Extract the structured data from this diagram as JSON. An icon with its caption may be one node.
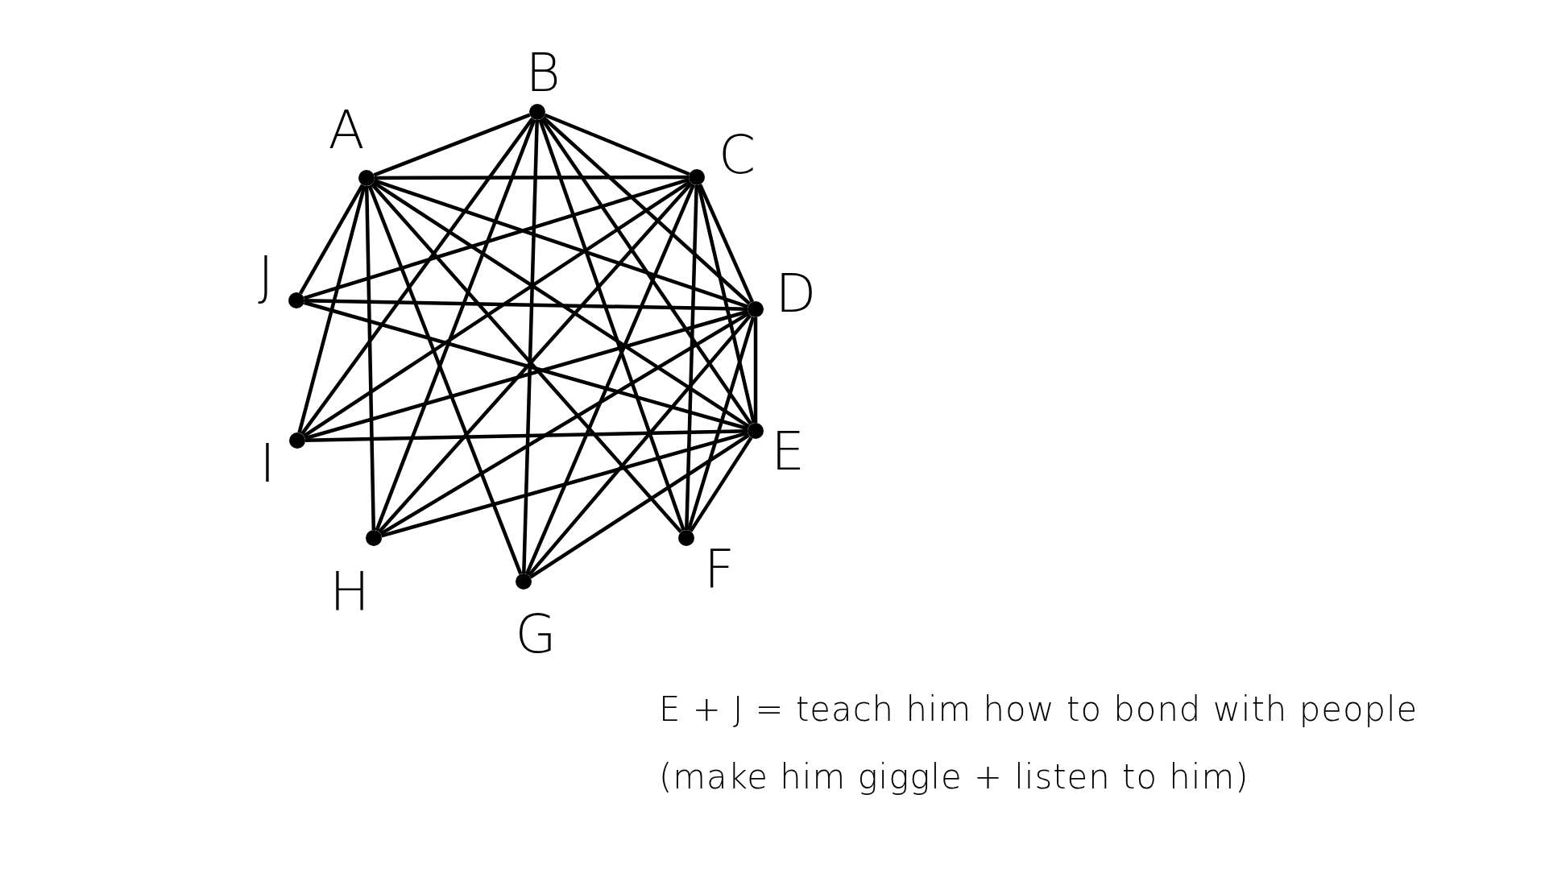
{
  "diagram": {
    "nodes": [
      {
        "text": [],
        "shape": "circle",
        "beside": [
          "A"
        ]
      },
      {
        "text": [],
        "shape": "circle",
        "beside": [
          "B"
        ]
      },
      {
        "text": [],
        "shape": "circle",
        "beside": [
          "C"
        ]
      },
      {
        "text": [],
        "shape": "circle",
        "beside": [
          "D"
        ]
      },
      {
        "text": [],
        "shape": "circle",
        "beside": [
          "E"
        ]
      },
      {
        "text": [],
        "shape": "circle",
        "beside": [
          "F"
        ]
      },
      {
        "text": [],
        "shape": "circle",
        "beside": [
          "G"
        ]
      },
      {
        "text": [],
        "shape": "circle",
        "beside": [
          "H"
        ]
      },
      {
        "text": [],
        "shape": "circle",
        "beside": [
          "I"
        ]
      },
      {
        "text": [],
        "shape": "circle",
        "beside": [
          "J"
        ]
      }
    ],
    "edges": [
      {
        "from": 0,
        "to": 1,
        "arrow": "none"
      },
      {
        "from": 0,
        "to": 2,
        "arrow": "none"
      },
      {
        "from": 0,
        "to": 3,
        "arrow": "none"
      },
      {
        "from": 0,
        "to": 4,
        "arrow": "none"
      },
      {
        "from": 0,
        "to": 5,
        "arrow": "none"
      },
      {
        "from": 0,
        "to": 6,
        "arrow": "none"
      },
      {
        "from": 0,
        "to": 7,
        "arrow": "none"
      },
      {
        "from": 0,
        "to": 8,
        "arrow": "none"
      },
      {
        "from": 0,
        "to": 9,
        "arrow": "none"
      },
      {
        "from": 1,
        "to": 2,
        "arrow": "none"
      },
      {
        "from": 1,
        "to": 3,
        "arrow": "none"
      },
      {
        "from": 1,
        "to": 4,
        "arrow": "none"
      },
      {
        "from": 1,
        "to": 5,
        "arrow": "none"
      },
      {
        "from": 1,
        "to": 6,
        "arrow": "none"
      },
      {
        "from": 1,
        "to": 7,
        "arrow": "none"
      },
      {
        "from": 1,
        "to": 8,
        "arrow": "none"
      },
      {
        "from": 2,
        "to": 3,
        "arrow": "none"
      },
      {
        "from": 2,
        "to": 4,
        "arrow": "none"
      },
      {
        "from": 2,
        "to": 5,
        "arrow": "none"
      },
      {
        "from": 2,
        "to": 6,
        "arrow": "none"
      },
      {
        "from": 2,
        "to": 7,
        "arrow": "none"
      },
      {
        "from": 2,
        "to": 8,
        "arrow": "none"
      },
      {
        "from": 2,
        "to": 9,
        "arrow": "none"
      },
      {
        "from": 3,
        "to": 4,
        "arrow": "none"
      },
      {
        "from": 3,
        "to": 5,
        "arrow": "none"
      },
      {
        "from": 3,
        "to": 6,
        "arrow": "none"
      },
      {
        "from": 3,
        "to": 7,
        "arrow": "none"
      },
      {
        "from": 3,
        "to": 8,
        "arrow": "none"
      },
      {
        "from": 3,
        "to": 9,
        "arrow": "none"
      },
      {
        "from": 4,
        "to": 5,
        "arrow": "none"
      },
      {
        "from": 4,
        "to": 6,
        "arrow": "none"
      },
      {
        "from": 4,
        "to": 7,
        "arrow": "none"
      },
      {
        "from": 4,
        "to": 8,
        "arrow": "none"
      },
      {
        "from": 4,
        "to": 9,
        "arrow": "none"
      }
    ],
    "labels": [
      "E + J = teach him how to bond with people",
      "(make him giggle + listen to him)"
    ]
  }
}
